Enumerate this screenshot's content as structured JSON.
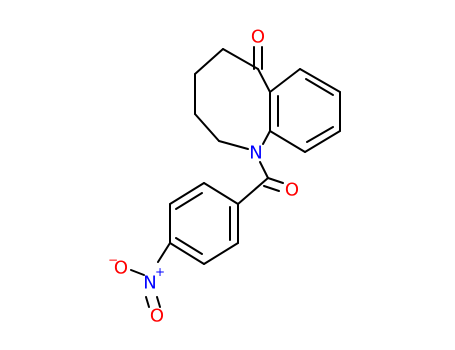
{
  "molecule": {
    "atoms": {
      "ketone_oxygen": {
        "symbol": "O",
        "color": "#ff0000"
      },
      "ring_nitrogen": {
        "symbol": "N",
        "color": "#0000ff"
      },
      "amide_oxygen": {
        "symbol": "O",
        "color": "#ff0000"
      },
      "nitro_nitrogen": {
        "symbol": "N",
        "color": "#0000ff",
        "charge": "+"
      },
      "nitro_oxygen_single": {
        "symbol": "O",
        "color": "#ff0000",
        "charge": "−"
      },
      "nitro_oxygen_double": {
        "symbol": "O",
        "color": "#ff0000"
      }
    },
    "bond_color": "#000000",
    "background": "#ffffff"
  }
}
